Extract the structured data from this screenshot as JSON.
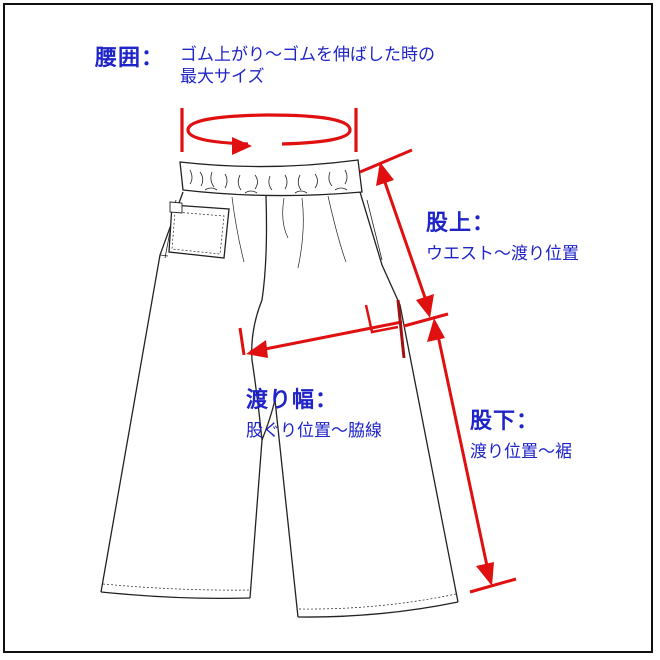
{
  "labels": {
    "waist": {
      "heading": "腰囲：",
      "line1": "ゴム上がり～ゴムを伸ばした時の",
      "line2": "最大サイズ"
    },
    "rise": {
      "heading": "股上：",
      "description": "ウエスト～渡り位置"
    },
    "thigh": {
      "heading": "渡り幅：",
      "description": "股ぐり位置～脇線"
    },
    "inseam": {
      "heading": "股下：",
      "description": "渡り位置～裾"
    }
  },
  "colors": {
    "label_text": "#1f24c8",
    "arrow": "#e01010",
    "outline": "#222222",
    "frame": "#111111"
  }
}
